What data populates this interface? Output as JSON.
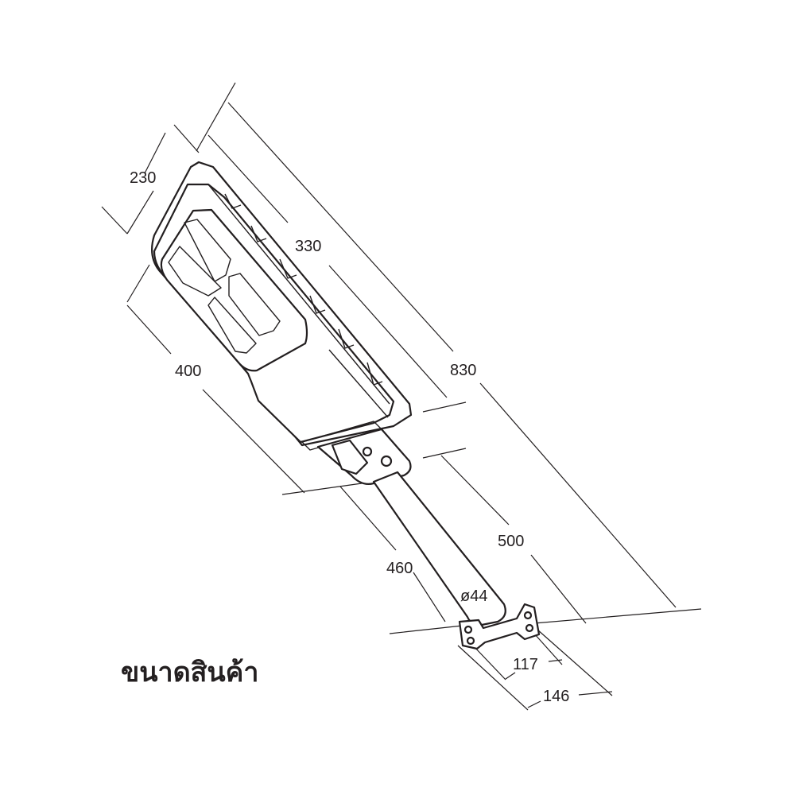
{
  "caption": "ขนาดสินค้า",
  "dimensions": {
    "lamp_width": "230",
    "panel_length": "330",
    "overall_length": "830",
    "lamp_length": "400",
    "arm_length": "500",
    "arm_span": "460",
    "pipe_diameter": "ø44",
    "bracket_inner": "117",
    "bracket_outer": "146"
  }
}
